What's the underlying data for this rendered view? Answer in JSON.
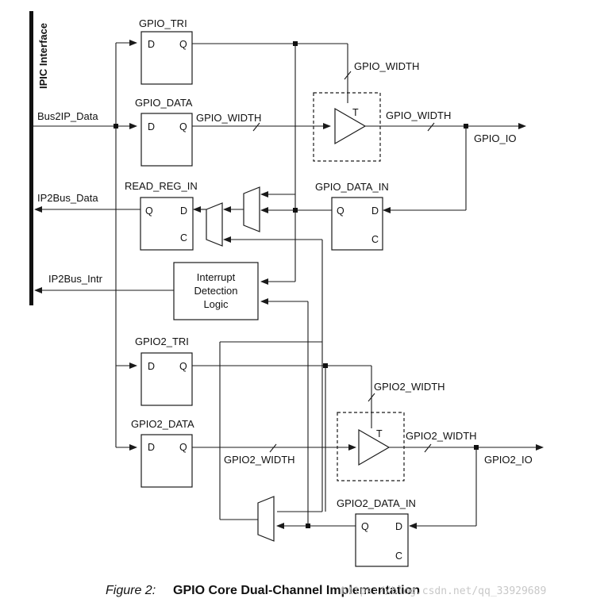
{
  "interface": {
    "title": "IPIC Interface"
  },
  "signals": {
    "bus2ip_data": "Bus2IP_Data",
    "ip2bus_data": "IP2Bus_Data",
    "ip2bus_intr": "IP2Bus_Intr",
    "gpio_io": "GPIO_IO",
    "gpio2_io": "GPIO2_IO"
  },
  "widths": {
    "gpio_width": "GPIO_WIDTH",
    "gpio2_width": "GPIO2_WIDTH"
  },
  "registers": {
    "gpio_tri": {
      "name": "GPIO_TRI",
      "d": "D",
      "q": "Q"
    },
    "gpio_data": {
      "name": "GPIO_DATA",
      "d": "D",
      "q": "Q"
    },
    "read_reg_in": {
      "name": "READ_REG_IN",
      "q": "Q",
      "d": "D",
      "c": "C"
    },
    "gpio_data_in": {
      "name": "GPIO_DATA_IN",
      "q": "Q",
      "d": "D",
      "c": "C"
    },
    "gpio2_tri": {
      "name": "GPIO2_TRI",
      "d": "D",
      "q": "Q"
    },
    "gpio2_data": {
      "name": "GPIO2_DATA",
      "d": "D",
      "q": "Q"
    },
    "gpio2_data_in": {
      "name": "GPIO2_DATA_IN",
      "q": "Q",
      "d": "D",
      "c": "C"
    }
  },
  "interrupt_logic": {
    "line1": "Interrupt",
    "line2": "Detection",
    "line3": "Logic"
  },
  "buffers": {
    "t_pin": "T"
  },
  "caption": {
    "figure": "Figure 2:",
    "title": "GPIO Core Dual-Channel Implementation"
  },
  "watermark": "https://blog.csdn.net/qq_33929689"
}
